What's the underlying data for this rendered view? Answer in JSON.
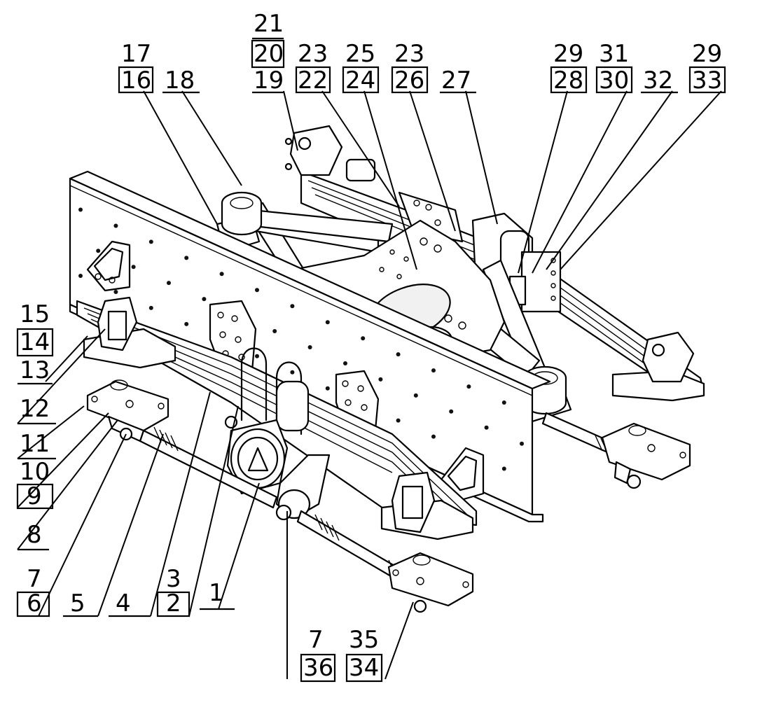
{
  "callouts": {
    "c1": "1",
    "c2": "2",
    "c3": "3",
    "c4": "4",
    "c5": "5",
    "c6": "6",
    "c7": "7",
    "c8": "8",
    "c9": "9",
    "c10": "10",
    "c11": "11",
    "c12": "12",
    "c13": "13",
    "c14": "14",
    "c15": "15",
    "c16": "16",
    "c17": "17",
    "c18": "18",
    "c19": "19",
    "c20": "20",
    "c21": "21",
    "c22": "22",
    "c23": "23",
    "c24": "24",
    "c25": "25",
    "c26": "26",
    "c27": "27",
    "c28": "28",
    "c29": "29",
    "c30": "30",
    "c31": "31",
    "c32": "32",
    "c33": "33",
    "c34": "34",
    "c35": "35",
    "c36": "36"
  },
  "colors": {
    "line": "#000000",
    "background": "#ffffff",
    "shade": "#f1f1f1"
  }
}
